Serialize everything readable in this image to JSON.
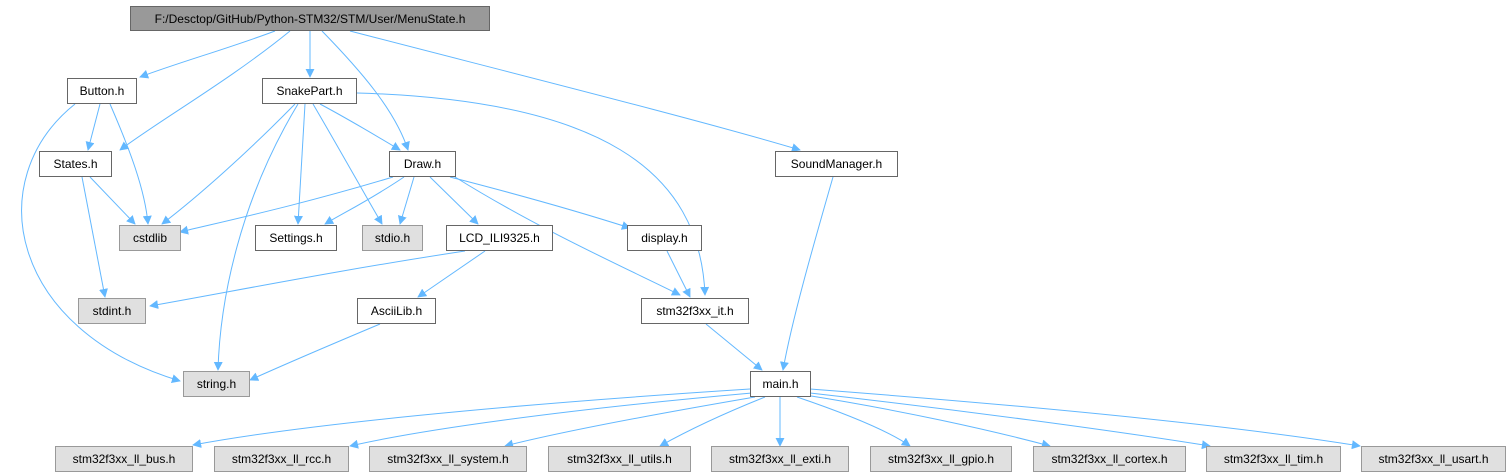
{
  "colors": {
    "edge": "#63b8ff",
    "root_fill": "#999999",
    "doc_fill": "#ffffff",
    "ext_fill": "#e0e0e0",
    "border": "#666666"
  },
  "nodes": {
    "root": "F:/Desctop/GitHub/Python-STM32/STM/User/MenuState.h",
    "button": "Button.h",
    "snakepart": "SnakePart.h",
    "states": "States.h",
    "draw": "Draw.h",
    "soundmanager": "SoundManager.h",
    "cstdlib": "cstdlib",
    "settings": "Settings.h",
    "stdio": "stdio.h",
    "lcd": "LCD_ILI9325.h",
    "display": "display.h",
    "stdint": "stdint.h",
    "asciilib": "AsciiLib.h",
    "it": "stm32f3xx_it.h",
    "string": "string.h",
    "main": "main.h",
    "bus": "stm32f3xx_ll_bus.h",
    "rcc": "stm32f3xx_ll_rcc.h",
    "system": "stm32f3xx_ll_system.h",
    "utils": "stm32f3xx_ll_utils.h",
    "exti": "stm32f3xx_ll_exti.h",
    "gpio": "stm32f3xx_ll_gpio.h",
    "cortex": "stm32f3xx_ll_cortex.h",
    "tim": "stm32f3xx_ll_tim.h",
    "usart": "stm32f3xx_ll_usart.h"
  }
}
